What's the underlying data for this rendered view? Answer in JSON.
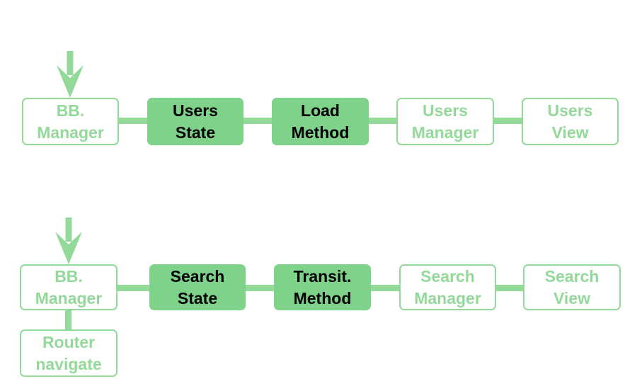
{
  "colors": {
    "accent": "#93d99a",
    "filled_box": "#7fd28a",
    "filled_text": "#000000",
    "background": "#ffffff"
  },
  "flows": [
    {
      "entry_icon": "down-arrow-icon",
      "nodes": [
        {
          "line1": "BB.",
          "line2": "Manager",
          "style": "outline"
        },
        {
          "line1": "Users",
          "line2": "State",
          "style": "filled"
        },
        {
          "line1": "Load",
          "line2": "Method",
          "style": "filled"
        },
        {
          "line1": "Users",
          "line2": "Manager",
          "style": "outline"
        },
        {
          "line1": "Users",
          "line2": "View",
          "style": "outline"
        }
      ]
    },
    {
      "entry_icon": "down-arrow-icon",
      "nodes": [
        {
          "line1": "BB.",
          "line2": "Manager",
          "style": "outline"
        },
        {
          "line1": "Search",
          "line2": "State",
          "style": "filled"
        },
        {
          "line1": "Transit.",
          "line2": "Method",
          "style": "filled"
        },
        {
          "line1": "Search",
          "line2": "Manager",
          "style": "outline"
        },
        {
          "line1": "Search",
          "line2": "View",
          "style": "outline"
        }
      ],
      "branch": {
        "line1": "Router",
        "line2": "navigate",
        "style": "outline"
      }
    }
  ]
}
